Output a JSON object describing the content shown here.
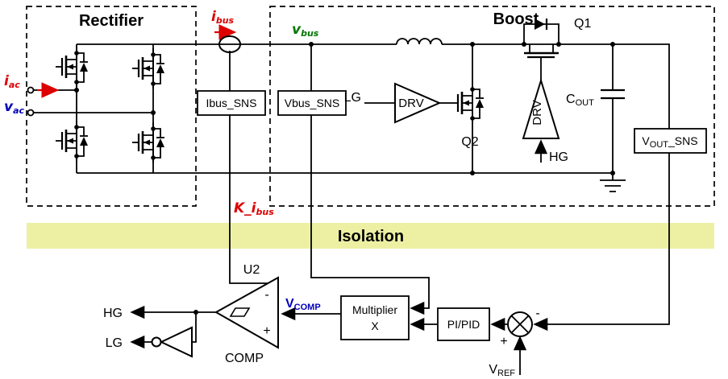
{
  "blocks": {
    "rectifier": "Rectifier",
    "boost": "Boost",
    "isolation": "Isolation"
  },
  "inputs": {
    "i_ac": {
      "base": "i",
      "sub": "ac"
    },
    "v_ac": {
      "base": "v",
      "sub": "ac"
    }
  },
  "bus": {
    "i_bus": {
      "base": "i",
      "sub": "bus"
    },
    "v_bus": {
      "base": "v",
      "sub": "bus"
    },
    "k_ibus": {
      "base": "K_i",
      "sub": "bus"
    }
  },
  "sensors": {
    "ibus_sns": "Ibus_SNS",
    "vbus_sns": "Vbus_SNS",
    "vout_sns": {
      "base": "V",
      "sub": "OUT",
      "rest": "_SNS"
    }
  },
  "boost": {
    "q1": "Q1",
    "q2": "Q2",
    "lg": "LG",
    "hg": "HG",
    "drv": "DRV",
    "cout": {
      "base": "C",
      "sub": "OUT"
    }
  },
  "control": {
    "u2": "U2",
    "comp": "COMP",
    "hg": "HG",
    "lg": "LG",
    "vcomp": {
      "base": "V",
      "sub": "COMP"
    },
    "multiplier_line1": "Multiplier",
    "multiplier_line2": "X",
    "pi_pid": "PI/PID",
    "vref": {
      "base": "V",
      "sub": "REF"
    },
    "minus": "-",
    "plus": "+"
  },
  "colors": {
    "red": "#dd0000",
    "blue": "#0000bb",
    "green": "#007700",
    "isolation_fill": "#edf0a3",
    "wire": "#000000",
    "background": "#ffffff"
  }
}
